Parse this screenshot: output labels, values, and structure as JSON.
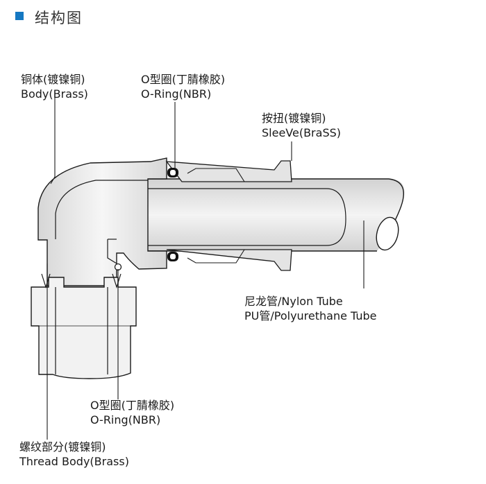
{
  "header": {
    "title": "结构图",
    "accent_color": "#1578c2"
  },
  "callouts": {
    "body": {
      "cn": "铜体(镀镍铜)",
      "en": "Body(Brass)"
    },
    "oring_top": {
      "cn": "O型圈(丁腈橡胶)",
      "en": "O-Ring(NBR)"
    },
    "sleeve": {
      "cn": "按扭(镀镍铜)",
      "en": "SleeVe(BraSS)"
    },
    "tube": {
      "cn": "尼龙管/Nylon Tube",
      "en": "PU管/Polyurethane Tube"
    },
    "oring_bottom": {
      "cn": "O型圈(丁腈橡胶)",
      "en": "O-Ring(NBR)"
    },
    "thread": {
      "cn": "螺纹部分(镀镍铜)",
      "en": "Thread Body(Brass)"
    }
  },
  "colors": {
    "line": "#1a1a1a",
    "shade": "#c9c9c9",
    "light": "#eeeeee"
  }
}
